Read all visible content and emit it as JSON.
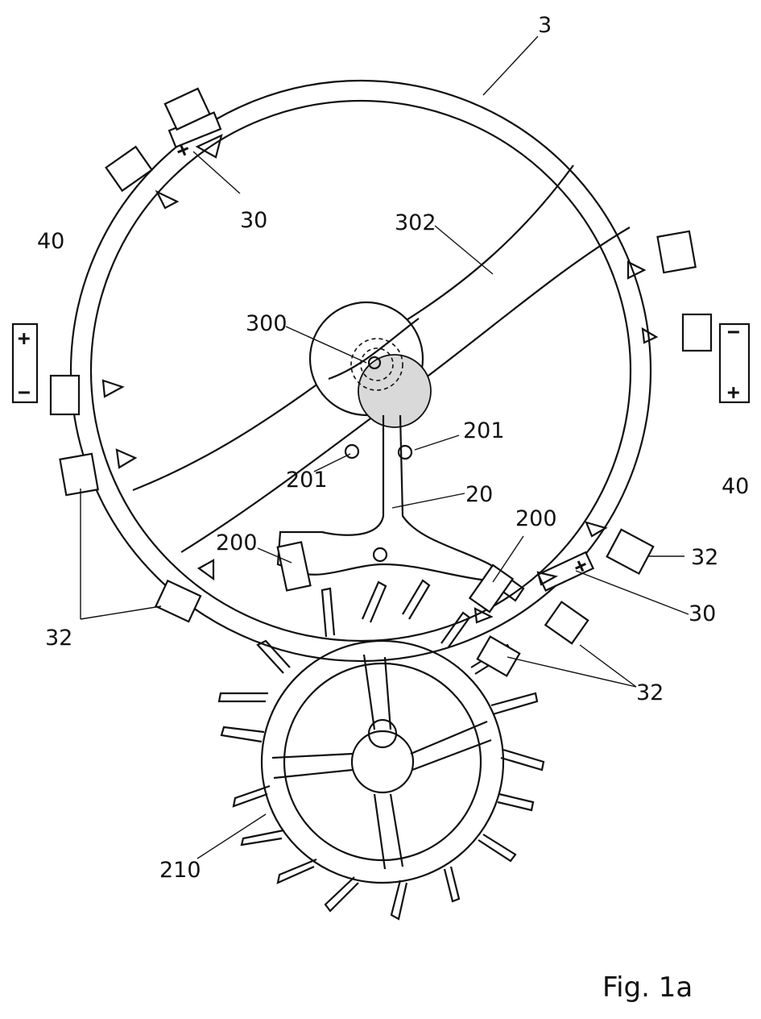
{
  "figure": {
    "caption": "Fig. 1a",
    "labels": {
      "balance": "3",
      "magnet_top": "30",
      "magnet_right": "30",
      "arm": "302",
      "axis": "300",
      "pin_left": "201",
      "pin_right": "201",
      "anchor": "20",
      "pallet_left": "200",
      "pallet_right": "200",
      "coil_left": "40",
      "coil_right": "40",
      "blocks_left": "32",
      "blocks_right": "32",
      "block_right_upper": "32",
      "escape_wheel": "210"
    },
    "signs": {
      "plus": "+",
      "minus": "−"
    }
  }
}
